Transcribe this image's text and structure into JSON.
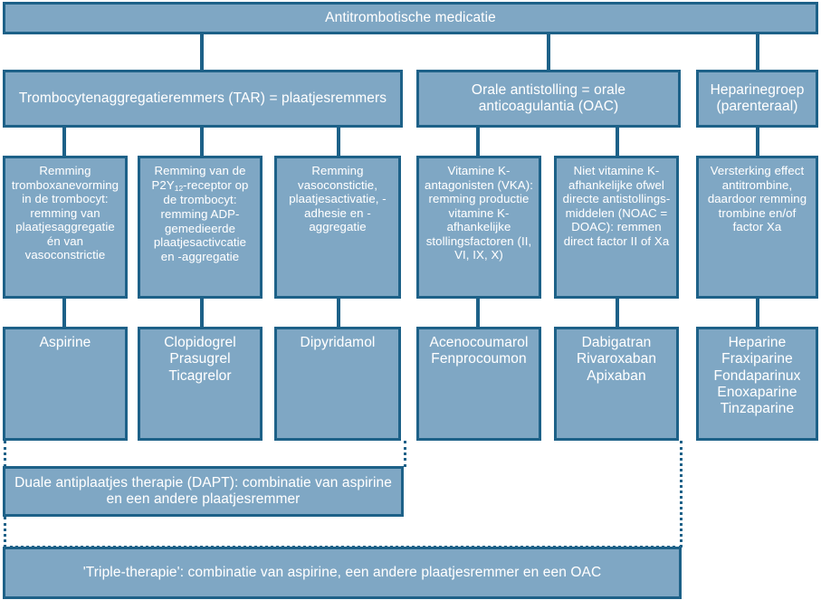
{
  "diagram": {
    "title_box": {
      "label": "Antitrombotische medicatie"
    },
    "groups": [
      {
        "id": "tar",
        "label": "Trombocytenaggregatieremmers (TAR) = plaatjesremmers"
      },
      {
        "id": "oac",
        "label": "Orale antistolling = orale anticoagulantia (OAC)"
      },
      {
        "id": "heparine",
        "label": "Heparinegroep (parenteraal)"
      }
    ],
    "mechanisms": [
      {
        "id": "tromboxaan",
        "label": "Remming tromboxanevorming in de trombocyt: remming van plaatjesaggregatie én van vasoconstrictie"
      },
      {
        "id": "p2y12",
        "label_pre": "Remming van de P2Y",
        "label_sub": "12",
        "label_post": "-receptor op de trombocyt: remming ADP-gemedieerde plaatjesactivcatie en -aggregatie"
      },
      {
        "id": "vasoconstrictie",
        "label": "Remming vasoconstictie, plaatjesactivatie, -adhesie en -aggregatie"
      },
      {
        "id": "vka",
        "label": "Vitamine  K-antagonisten (VKA): remming productie vitamine K-afhankelijke stollingsfactoren (II, VI, IX, X)"
      },
      {
        "id": "noac",
        "label": "Niet vitamine K-afhankelijke ofwel directe antistollings-middelen (NOAC = DOAC): remmen direct factor II of Xa"
      },
      {
        "id": "antitrombine",
        "label": "Versterking effect antitrombine, daardoor remming trombine en/of factor Xa"
      }
    ],
    "drugs": [
      {
        "id": "aspirine",
        "label": "Aspirine"
      },
      {
        "id": "p2y12-drugs",
        "label": "Clopidogrel Prasugrel Ticagrelor"
      },
      {
        "id": "dipyridamol",
        "label": "Dipyridamol"
      },
      {
        "id": "vka-drugs",
        "label": "Acenocoumarol Fenprocoumon"
      },
      {
        "id": "noac-drugs",
        "label": "Dabigatran Rivaroxaban Apixaban"
      },
      {
        "id": "heparine-drugs",
        "label": "Heparine Fraxiparine Fondaparinux Enoxaparine Tinzaparine"
      }
    ],
    "combinations": [
      {
        "id": "dapt",
        "label": "Duale antiplaatjes therapie (DAPT): combinatie van aspirine en een andere plaatjesremmer"
      },
      {
        "id": "triple",
        "label": "'Triple-therapie': combinatie van aspirine, een andere plaatjesremmer en een OAC"
      }
    ],
    "colors": {
      "box_fill": "#7FA7C4",
      "box_border": "#1D6188",
      "text": "#FFFFFF",
      "background": "#FFFFFF"
    }
  }
}
